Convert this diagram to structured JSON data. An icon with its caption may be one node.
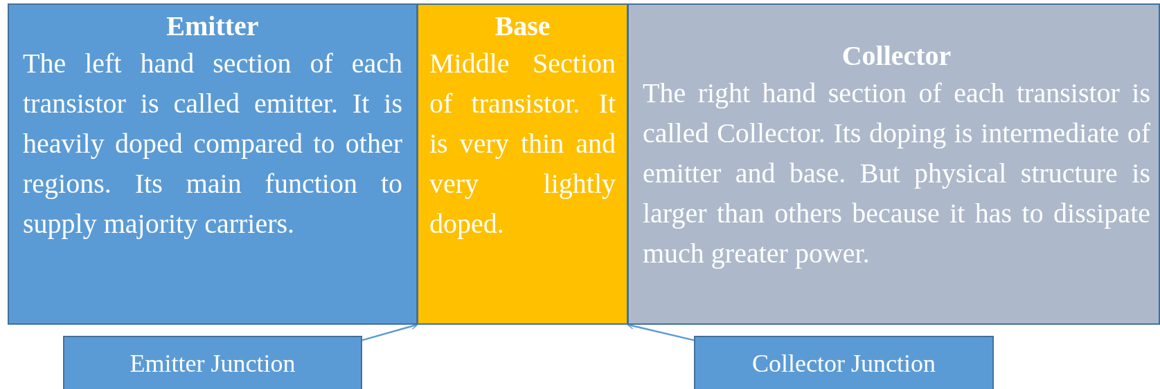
{
  "diagram": {
    "nodes": [
      {
        "text": [
          "Emitter",
          "The left hand section of each transistor is called emitter. It is heavily doped compared to other regions. Its main function to supply majority carriers."
        ]
      },
      {
        "text": [
          "Base",
          "Middle Section of transistor. It is very thin and very lightly doped."
        ]
      },
      {
        "text": [
          "Collector",
          "The right hand section of each transistor is called Collector. Its doping is intermediate of emitter and base. But physical structure is larger than others because it has to dissipate much greater power."
        ]
      },
      {
        "text": [
          "Emitter Junction"
        ]
      },
      {
        "text": [
          "Collector Junction"
        ]
      }
    ],
    "edges": [
      {
        "from": 3,
        "to": 1,
        "arrow": "to"
      },
      {
        "from": 4,
        "to": 1,
        "arrow": "to"
      }
    ]
  }
}
